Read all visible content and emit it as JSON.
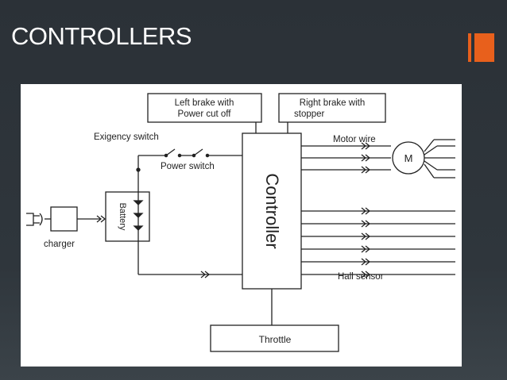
{
  "slide": {
    "title": "CONTROLLERS",
    "accent_color": "#e8601c",
    "background_color": "#2f363c"
  },
  "diagram": {
    "controller_label": "Controller",
    "left_brake_line1": "Left brake with",
    "left_brake_line2": "Power cut off",
    "right_brake_line1": "Right brake with",
    "right_brake_line2": "stopper",
    "exigency_switch": "Exigency switch",
    "power_switch": "Power switch",
    "battery": "Battery",
    "charger": "charger",
    "motor_wire": "Motor wire",
    "motor": "M",
    "hall_sensor": "Hall sensor",
    "throttle": "Throttle"
  }
}
